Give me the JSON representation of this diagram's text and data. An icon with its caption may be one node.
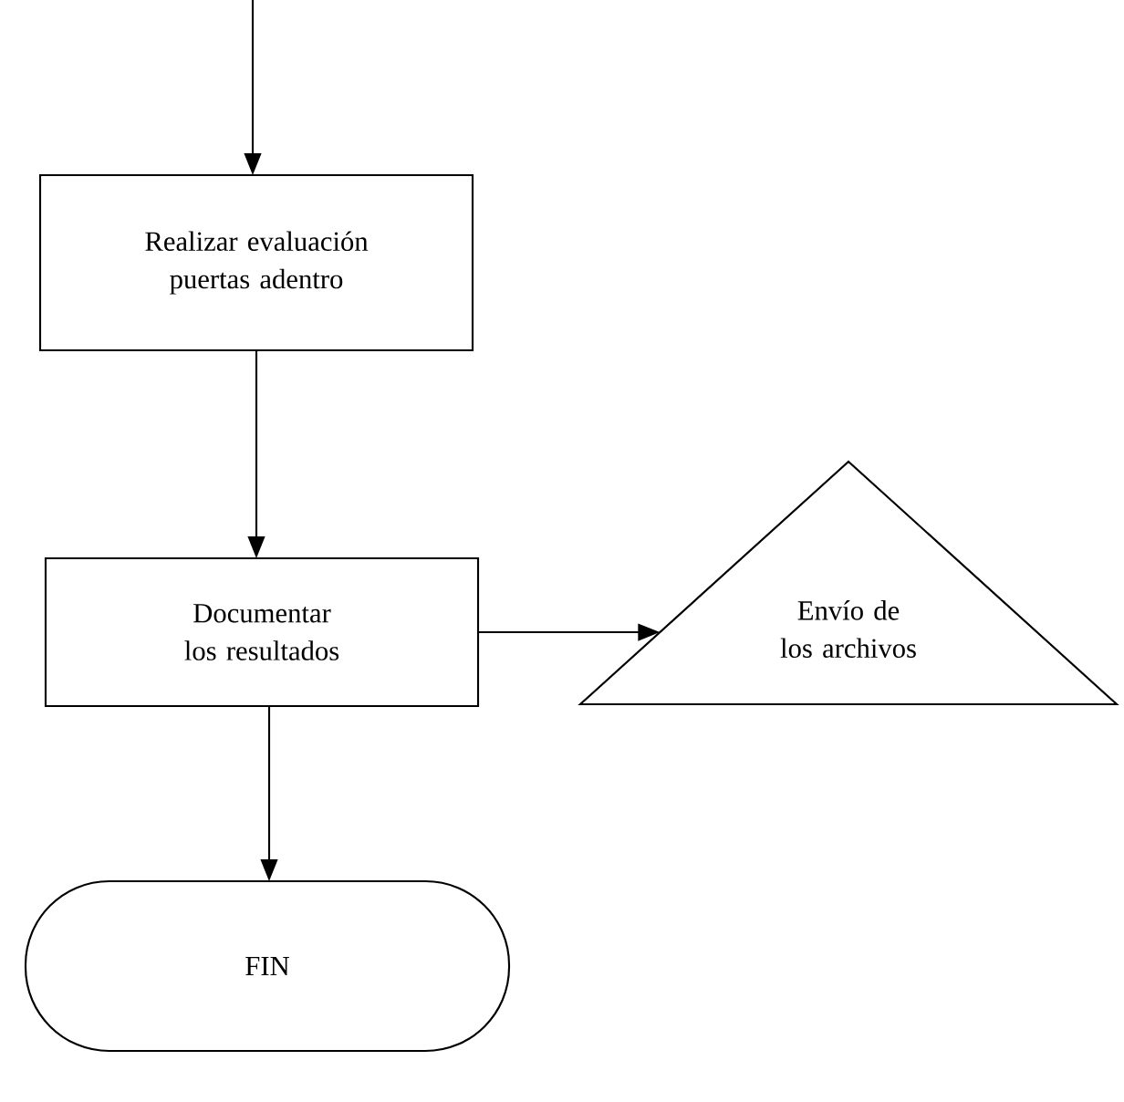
{
  "diagram": {
    "nodes": [
      {
        "text": [
          "Realizar evaluación puertas adentro"
        ]
      },
      {
        "text": [
          "Documentar los resultados"
        ]
      },
      {
        "text": [
          "Envío de los archivos"
        ]
      },
      {
        "text": [
          "FIN"
        ]
      }
    ],
    "edges": [
      {
        "from": null,
        "to": 0,
        "arrow": "to"
      },
      {
        "from": 0,
        "to": 1,
        "arrow": "to"
      },
      {
        "from": 1,
        "to": 2,
        "arrow": "to"
      },
      {
        "from": 1,
        "to": 3,
        "arrow": "to"
      }
    ]
  }
}
